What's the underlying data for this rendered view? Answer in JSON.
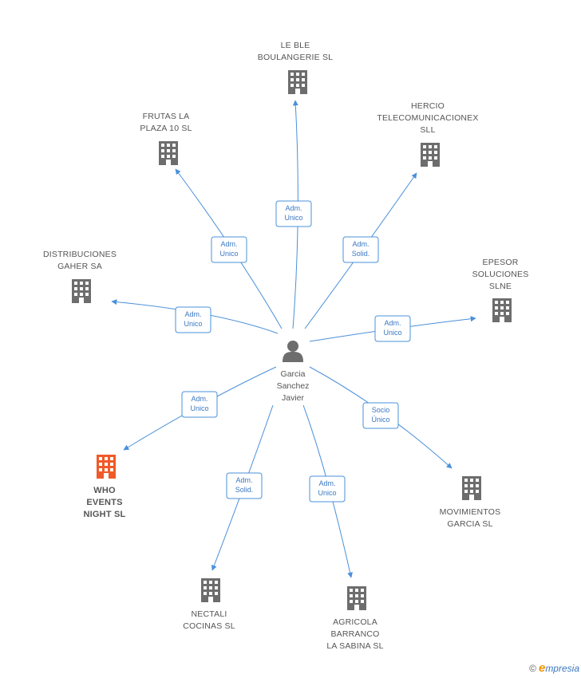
{
  "center": {
    "name_lines": [
      "Garcia",
      "Sanchez",
      "Javier"
    ],
    "icon": "person-icon"
  },
  "colors": {
    "edge": "#4a90d9",
    "company": "#6d6d6d",
    "highlight": "#f05a28",
    "label_text": "#3a78c2"
  },
  "companies": [
    {
      "id": "le-ble",
      "lines": [
        "LE BLE",
        "BOULANGERIE SL"
      ],
      "relation": [
        "Adm.",
        "Unico"
      ],
      "highlight": false
    },
    {
      "id": "hercio",
      "lines": [
        "HERCIO",
        "TELECOMUNICACIONEX",
        "SLL"
      ],
      "relation": [
        "Adm.",
        "Solid."
      ],
      "highlight": false
    },
    {
      "id": "epesor",
      "lines": [
        "EPESOR",
        "SOLUCIONES",
        "SLNE"
      ],
      "relation": [
        "Adm.",
        "Unico"
      ],
      "highlight": false
    },
    {
      "id": "movimientos",
      "lines": [
        "MOVIMIENTOS",
        "GARCIA SL"
      ],
      "relation": [
        "Socio",
        "Único"
      ],
      "highlight": false
    },
    {
      "id": "agricola",
      "lines": [
        "AGRICOLA",
        "BARRANCO",
        "LA SABINA  SL"
      ],
      "relation": [
        "Adm.",
        "Unico"
      ],
      "highlight": false
    },
    {
      "id": "nectali",
      "lines": [
        "NECTALI",
        "COCINAS  SL"
      ],
      "relation": [
        "Adm.",
        "Solid."
      ],
      "highlight": false
    },
    {
      "id": "who-events",
      "lines": [
        "WHO",
        "EVENTS",
        "NIGHT SL"
      ],
      "relation": [
        "Adm.",
        "Unico"
      ],
      "highlight": true
    },
    {
      "id": "distribuciones",
      "lines": [
        "DISTRIBUCIONES",
        "GAHER SA"
      ],
      "relation": [
        "Adm.",
        "Unico"
      ],
      "highlight": false
    },
    {
      "id": "frutas",
      "lines": [
        "FRUTAS LA",
        "PLAZA 10 SL"
      ],
      "relation": [
        "Adm.",
        "Unico"
      ],
      "highlight": false
    }
  ],
  "footer": {
    "copyright": "©",
    "brand_initial": "e",
    "brand_rest": "mpresia"
  }
}
